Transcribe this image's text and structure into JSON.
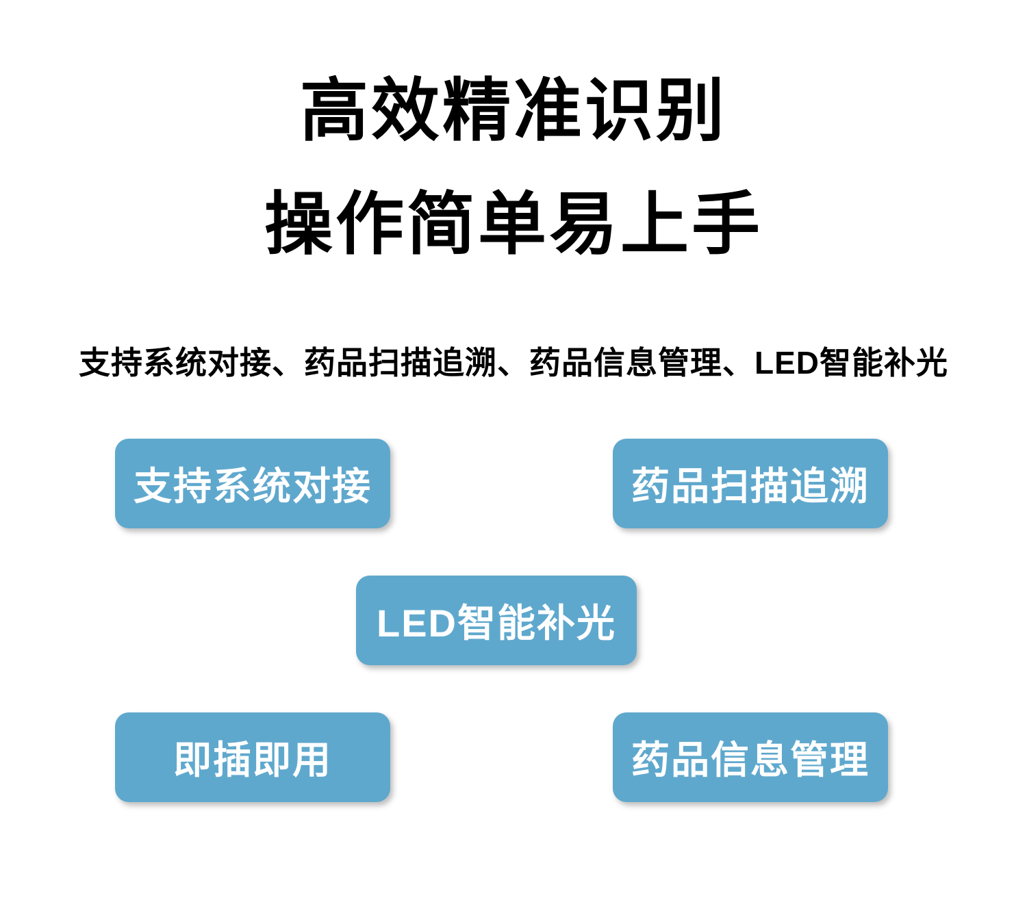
{
  "header": {
    "line1": "高效精准识别",
    "line2": "操作简单易上手",
    "subtitle": "支持系统对接、药品扫描追溯、药品信息管理、LED智能补光"
  },
  "features": [
    {
      "label": "支持系统对接"
    },
    {
      "label": "药品扫描追溯"
    },
    {
      "label": "LED智能补光"
    },
    {
      "label": "即插即用"
    },
    {
      "label": "药品信息管理"
    }
  ],
  "colors": {
    "background": "#ffffff",
    "heading_text": "#000000",
    "badge_background": "#5fa8cd",
    "badge_text": "#ffffff"
  }
}
